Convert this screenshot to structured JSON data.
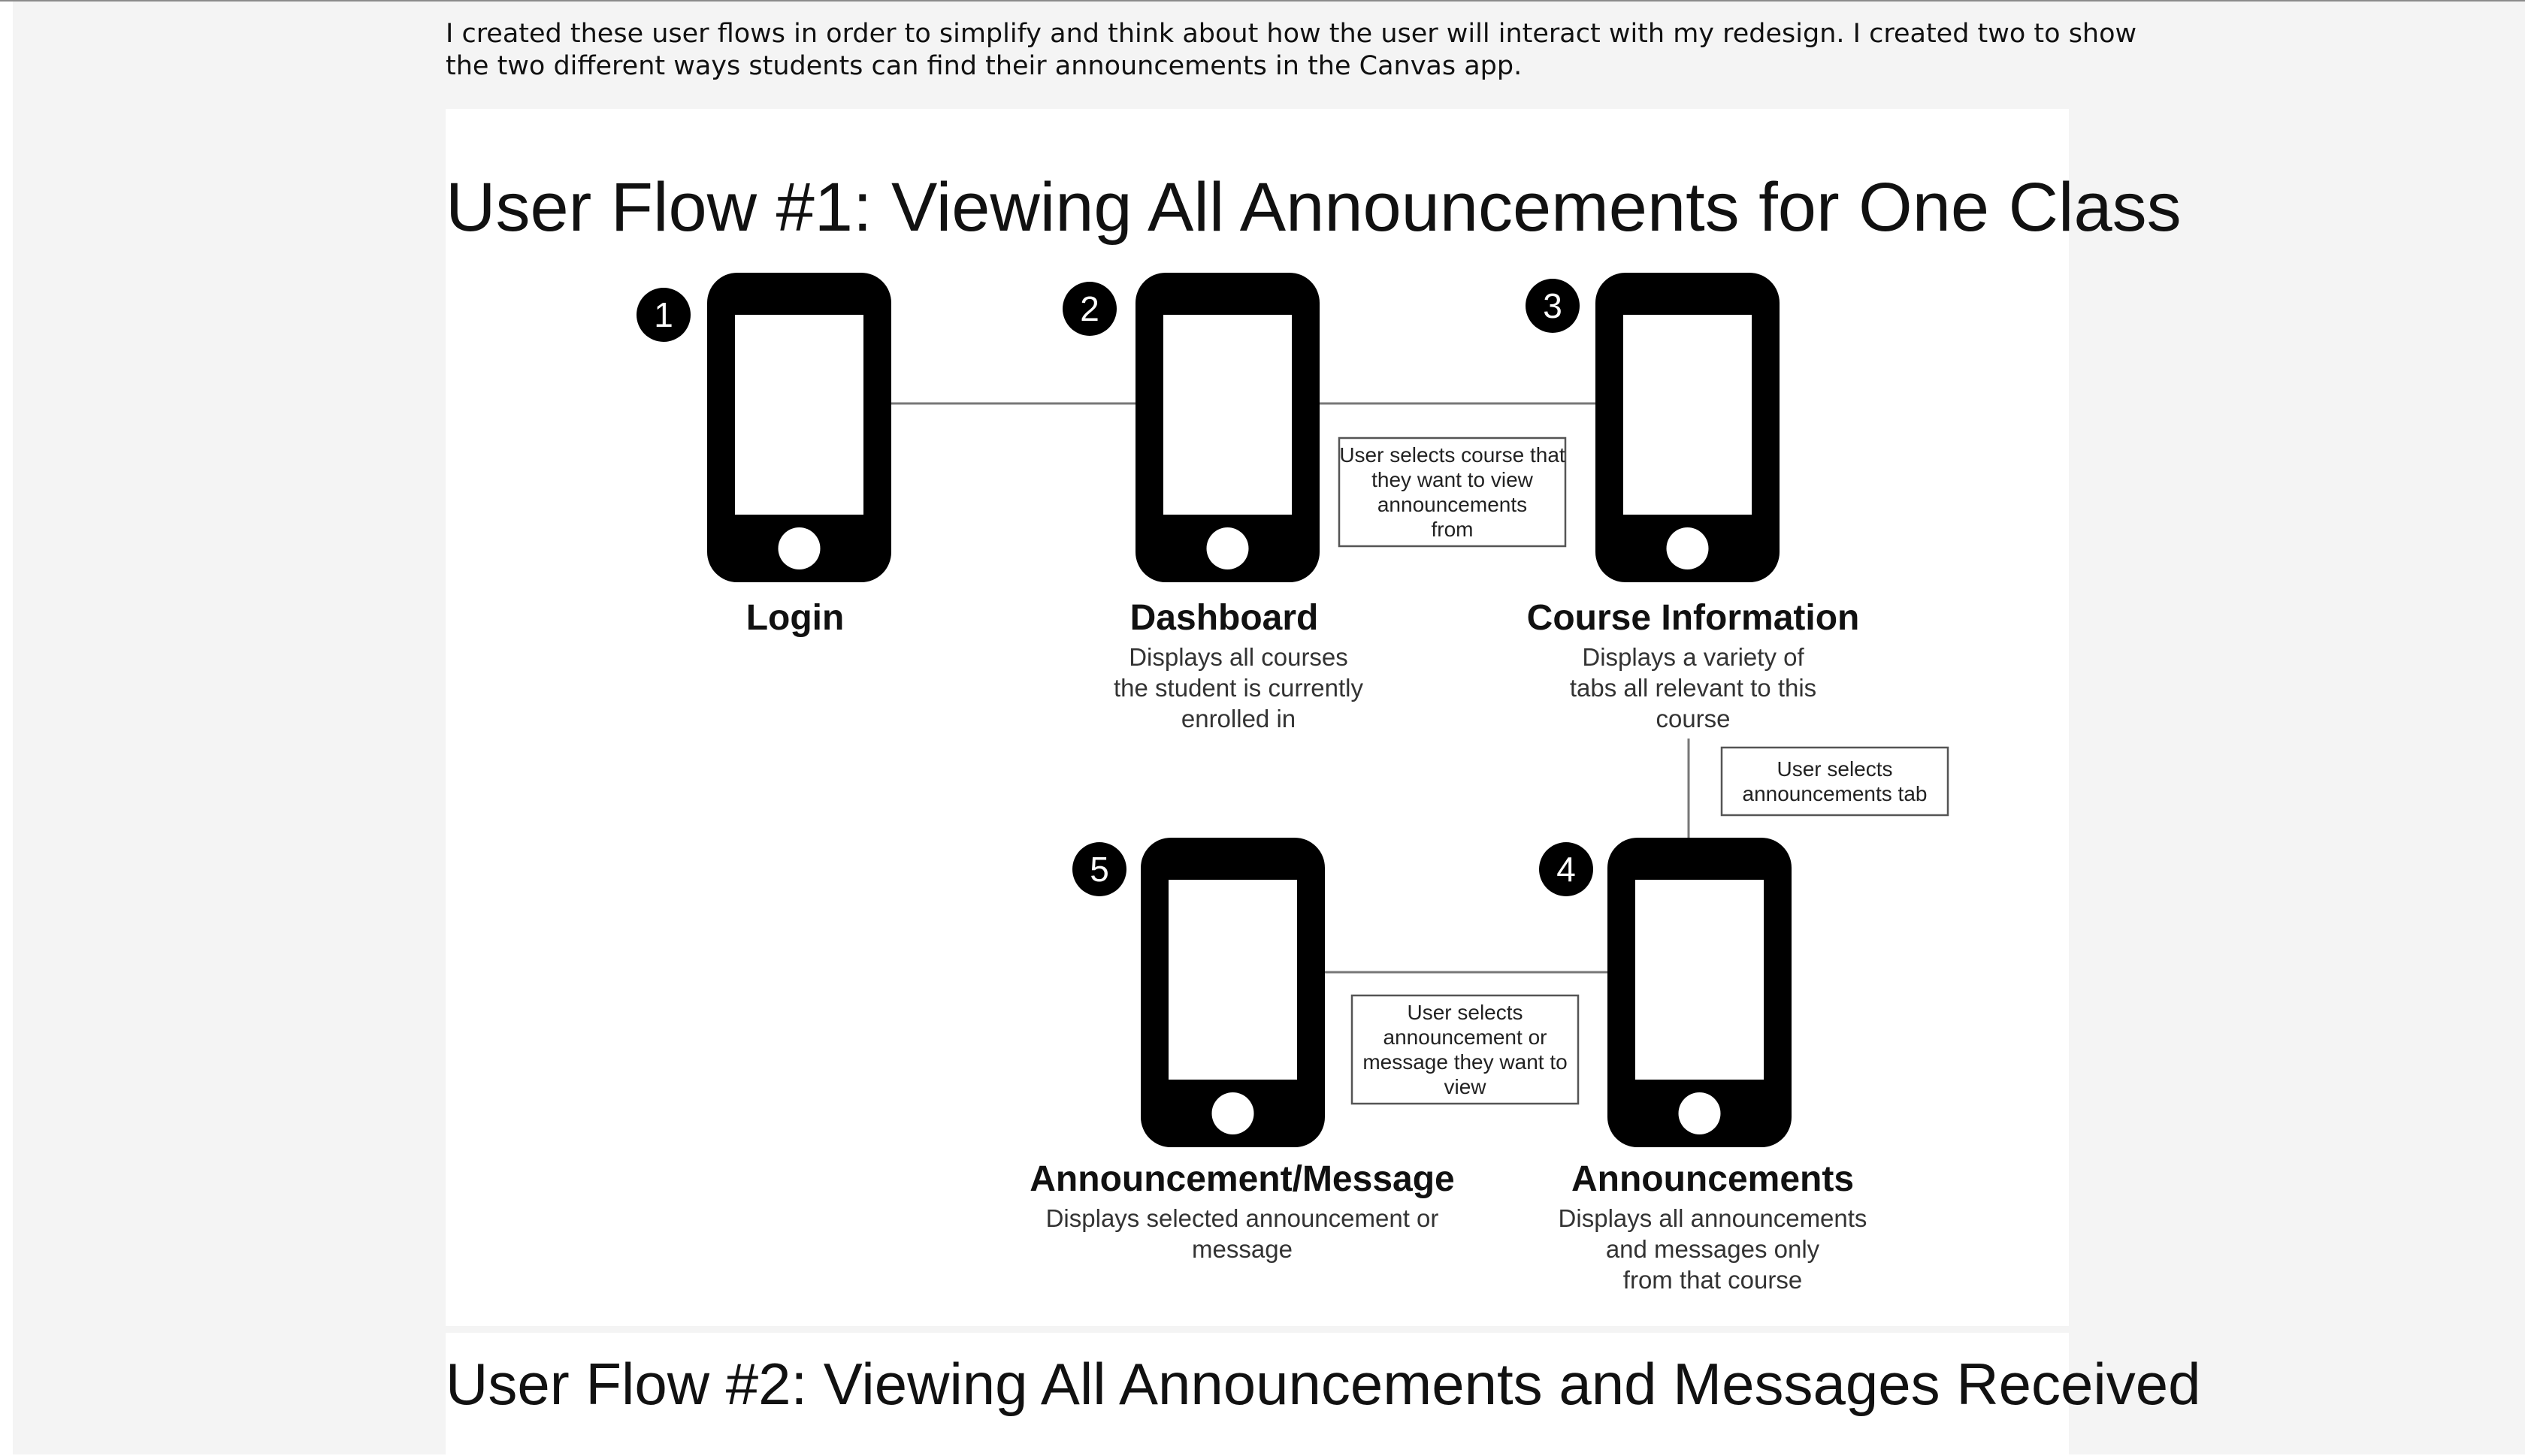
{
  "intro": {
    "text": "I created these user flows in order to simplify and think about how the user will interact with my redesign. I created two to show the two different ways students can find their announcements in the Canvas app."
  },
  "flow1": {
    "title": "User Flow #1: Viewing All Announcements for One Class",
    "steps": [
      {
        "number": "1",
        "name": "Login",
        "desc": []
      },
      {
        "number": "2",
        "name": "Dashboard",
        "desc": [
          "Displays all courses",
          "the student is currently",
          "enrolled in"
        ]
      },
      {
        "number": "3",
        "name": "Course Information",
        "desc": [
          "Displays a variety of",
          "tabs all relevant to this",
          "course"
        ]
      },
      {
        "number": "4",
        "name": "Announcements",
        "desc": [
          "Displays all announcements",
          "and messages only",
          "from that course"
        ]
      },
      {
        "number": "5",
        "name": "Announcement/Message",
        "desc": [
          "Displays selected announcement or",
          "message"
        ]
      }
    ],
    "notes": [
      [
        "User selects course that",
        "they want to view",
        "announcements",
        "from"
      ],
      [
        "User selects",
        "announcements tab"
      ],
      [
        "User selects",
        "announcement or",
        "message they want to",
        "view"
      ]
    ]
  },
  "flow2": {
    "title": "User Flow #2: Viewing All Announcements and Messages Received"
  }
}
